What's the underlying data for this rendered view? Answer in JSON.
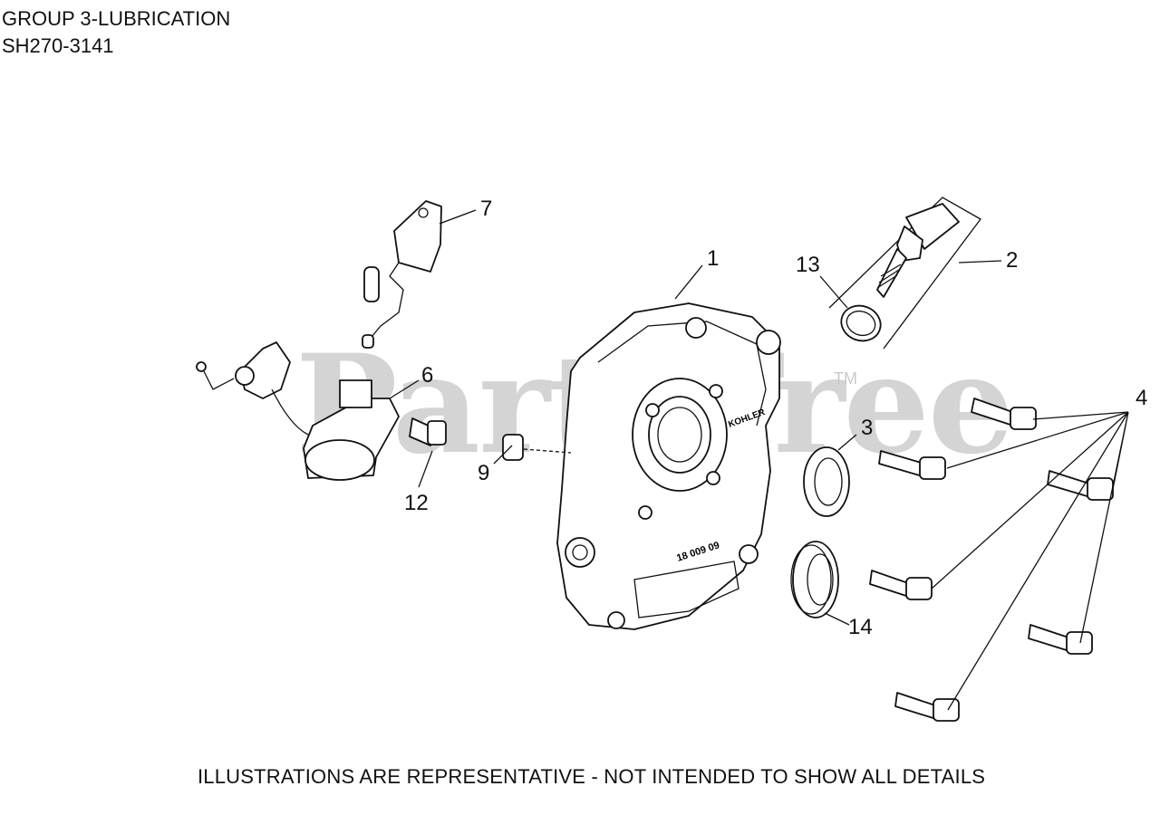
{
  "header": {
    "title": "GROUP 3-LUBRICATION",
    "model": "SH270-3141"
  },
  "watermark": {
    "text": "PartsTree",
    "trademark": "TM"
  },
  "callouts": [
    "1",
    "2",
    "3",
    "4",
    "6",
    "7",
    "9",
    "12",
    "13",
    "14"
  ],
  "stamp": {
    "brand": "KOHLER",
    "code": "18 009 09"
  },
  "footer": {
    "disclaimer": "ILLUSTRATIONS ARE REPRESENTATIVE - NOT INTENDED TO SHOW ALL DETAILS"
  }
}
